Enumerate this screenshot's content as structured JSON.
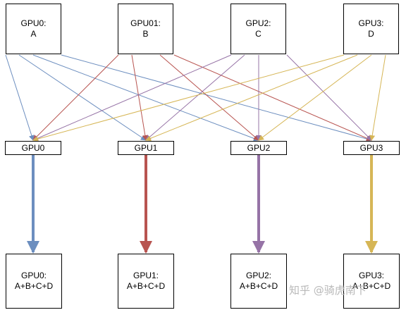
{
  "top_nodes": [
    {
      "line1": "GPU0:",
      "line2": "A"
    },
    {
      "line1": "GPU01:",
      "line2": "B"
    },
    {
      "line1": "GPU2:",
      "line2": "C"
    },
    {
      "line1": "GPU3:",
      "line2": "D"
    }
  ],
  "mid_nodes": [
    {
      "label": "GPU0"
    },
    {
      "label": "GPU1"
    },
    {
      "label": "GPU2"
    },
    {
      "label": "GPU3"
    }
  ],
  "bottom_nodes": [
    {
      "line1": "GPU0:",
      "line2": "A+B+C+D"
    },
    {
      "line1": "GPU1:",
      "line2": "A+B+C+D"
    },
    {
      "line1": "GPU2:",
      "line2": "A+B+C+D"
    },
    {
      "line1": "GPU3:",
      "line2": "A+B+C+D"
    }
  ],
  "colors": [
    "#6c8ebf",
    "#b85450",
    "#9673a6",
    "#d6b656"
  ],
  "watermark": "知乎 @骑虎南下"
}
